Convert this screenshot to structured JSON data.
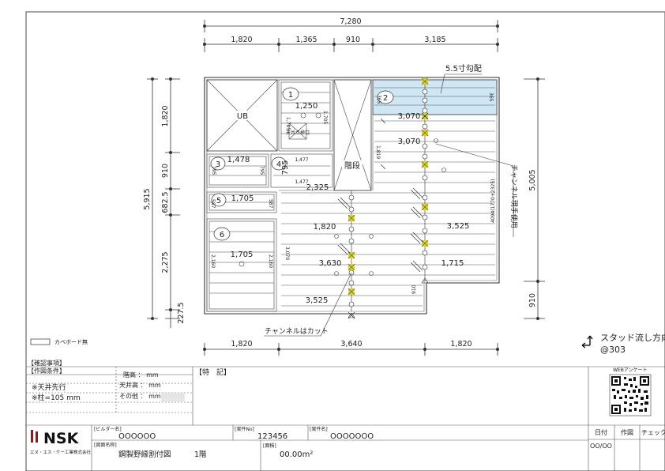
{
  "dims": {
    "top_total": "7,280",
    "top": [
      "1,820",
      "1,365",
      "910",
      "3,185"
    ],
    "left": [
      "1,820",
      "910",
      "682.5",
      "2,275",
      "227.5"
    ],
    "left_total": "5,915",
    "right": [
      "5,005",
      "910"
    ],
    "bottom": [
      "1,820",
      "3,640",
      "1,820"
    ]
  },
  "rooms": {
    "ub": "UB",
    "stairs": "階段",
    "ceiling_hatch": "天井点検口"
  },
  "labels": {
    "n1": "1",
    "n2": "2",
    "n3": "3",
    "n4": "4",
    "n5": "5",
    "n6": "6",
    "r1_len": "1,250",
    "r1_side_a": "1,705",
    "r1_side_b": "1,705",
    "r2_len_a": "3,070",
    "r2_len_b": "3,070",
    "r2_side_a": "365",
    "r2_side_b": "365",
    "slope": "5.5寸勾配",
    "r3_len": "1,478",
    "r3_side_a": "795",
    "r3_side_b": "795",
    "r4_a": "1,477",
    "r4_b": "795",
    "r4_c": "1,477",
    "r4_d": "2,325",
    "r5_len": "1,705",
    "r5_side_a": "587",
    "r5_side_b": "587",
    "r6_len": "1,705",
    "r6_side_a": "2,160",
    "r6_side_b": "2,160",
    "m1820": "1,820",
    "m3630": "3,630",
    "m3525a": "3,525",
    "m3525b": "3,525",
    "m1715": "1,715",
    "v3070": "3,070",
    "v1819": "1,819",
    "v910": "910",
    "v4094": "4094(1770+2325)",
    "channel_use": "チャンネル現手使用",
    "channel_cut": "チャンネルはカット",
    "stud_dir": "スタッド流し方向",
    "stud_pitch": "@303",
    "legend": "カベボード無"
  },
  "title_block": {
    "confirm": "【確認事項】",
    "conditions": "【作図条件】",
    "ceiling_first": "※天井先行",
    "pillar": "※柱=105 mm",
    "floor_h": "階高 ： mm",
    "ceil_h": "天井高 ： mm",
    "other": "その他 ： mm",
    "notes": "【特　記】",
    "web": "WEBアンケート",
    "logo": "NSK",
    "company": "エヌ・エス・ケー工業株式会社",
    "builder_label": "[ビルダー名]",
    "builder": "OOOOOO",
    "case_no_label": "[案件No]",
    "case_no": "123456",
    "case_name_label": "[案件名]",
    "case_name": "OOOOOOO",
    "drawing_label": "[図面名称]",
    "drawing": "鋼製野縁割付図",
    "floor": "1階",
    "area_label": "[面積]",
    "area": "00.00m²",
    "date_h": "日付",
    "draw_h": "作図",
    "check_h": "チェック",
    "date": "OO/OO"
  },
  "colors": {
    "highlight": "#cfe6f5",
    "marker": "#d8d53a",
    "line": "#333333"
  }
}
